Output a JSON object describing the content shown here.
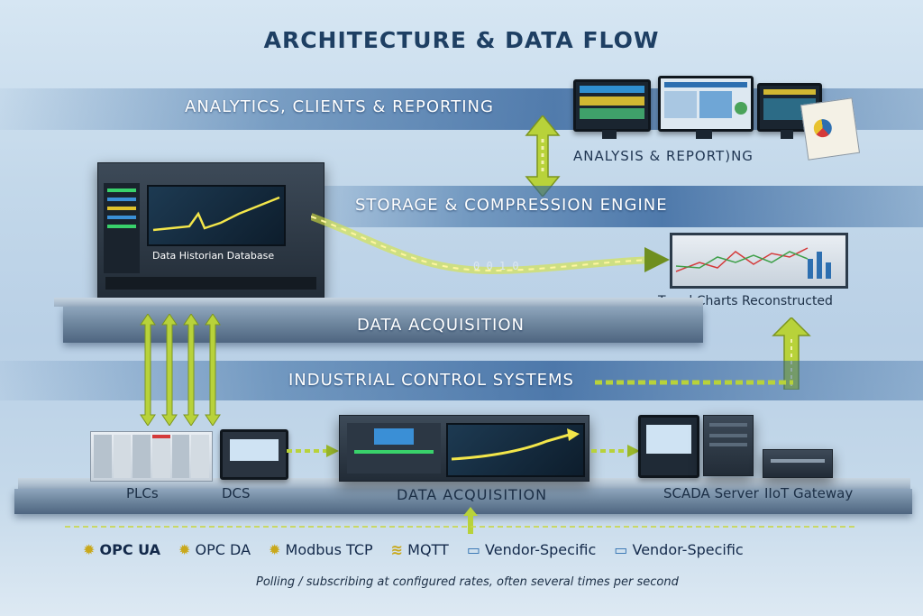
{
  "title": "ARCHITECTURE & DATA FLOW",
  "bands": {
    "analytics": "ANALYTICS, CLIENTS & REPORTING",
    "storage": "STORAGE & COMPRESSION ENGINE",
    "acquisition": "DATA ACQUISITION",
    "control": "INDUSTRIAL CONTROL SYSTEMS"
  },
  "captions": {
    "analysis": "ANALYSIS & REPORT)NG",
    "historian": "Data Historian Database",
    "trend": "Trend Charts Reconstructed",
    "bits": "0 0 1 0",
    "plcs": "PLCs",
    "dcs": "DCS",
    "acquisition_device": "DATA ACQUISITION",
    "scada": "SCADA Server",
    "iiot": "IIoT Gateway"
  },
  "protocols": [
    {
      "label": "OPC UA",
      "icon": "gear-icon"
    },
    {
      "label": "OPC DA",
      "icon": "gear-icon"
    },
    {
      "label": "Modbus TCP",
      "icon": "gear-icon"
    },
    {
      "label": "MQTT",
      "icon": "wifi-icon"
    },
    {
      "label": "Vendor-Specific",
      "icon": "laptop-icon"
    },
    {
      "label": "Vendor-Specific",
      "icon": "laptop-icon"
    }
  ],
  "footnote": "Polling / subscribing at configured rates, often several times per second",
  "colors": {
    "title": "#1e3f63",
    "arrow": "#b8d23a",
    "band": "#2f5f94",
    "signal": "#f3e64a"
  }
}
